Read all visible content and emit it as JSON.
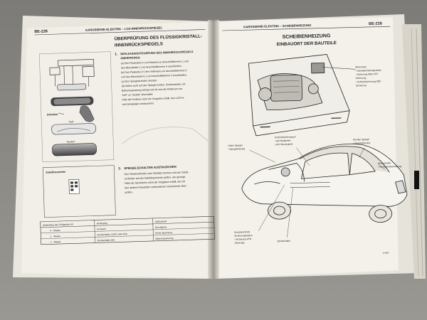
{
  "left_page": {
    "page_number": "BE-226",
    "header": "KAROSSERIE-ELEKTRIK – LCD-INNENRÜCKSPIEGEL",
    "section_title_1": "ÜBERPRÜFUNG DES FLÜSSIGKRISTALL-",
    "section_title_2": "INNENRÜCKSPIEGELS",
    "step1_number": "1.",
    "step1_title_1": "REFLEXIONSSTEUERUNG DES INNENRÜCKSPIEGELS",
    "step1_title_2": "ÜBERPRÜFEN",
    "step1_lines": [
      "(a)  Den Pluskabel (+) von Batterie an Anschlußklemme 1 und",
      "      des Minuskabel (–) an Anschlußklemme 4 anschließen.",
      "(b)  Das Pluskabel (+) des Voltmeters an Anschlußklemme 2",
      "      und des Minuskabel (–) an Anschlußklemme 3 anschließen.",
      "(c)  Den Spiegelschalter drücken.",
      "(d)  Helles Licht auf den Spiegel richten, Sichtenstellen, ob",
      "      Batteriespannung anliegt und ob sich die Reflexion von",
      "      \"hell\" zu \"dunkel\" abschaltet.",
      "      Falls die Funktion nicht die Vorgaben erfüllt, den LCD-In-",
      "      nenrückspiegel austauschen."
    ],
    "figure_labels": {
      "drucken": "Drücken",
      "hell": "\"hell\"",
      "dunkel": "\"dunkel\""
    },
    "connector_box_title": "Kabelbaumseite",
    "step2_number": "2.",
    "step2_title": "SPIEGELSCHALTER AUSTAUSCHEN",
    "step2_lines": [
      "Den Steckverbinder vom Schalter trennen und am Steck-",
      "verbinder auf der Kabelbaumseite prüfen, wie gezeigt.",
      "Falls der Stromkreis nicht die Vorgaben erfüllt, die mit",
      "den anderen Bauteilen verbundenen Stromkreise über-",
      "prüfen."
    ],
    "table": {
      "headers": [
        "Verbindung des Prüfgeräts mit",
        "Bedingung",
        "Sollzustand"
      ],
      "rows": [
        [
          "4 – Masse",
          "Konstant",
          "Durchgang"
        ],
        [
          "1 – Masse",
          "Zündschalter LOCK oder ACC",
          "Keine Spannung"
        ],
        [
          "1 – Masse",
          "Zündschalter ON",
          "Batteriespannung"
        ]
      ]
    }
  },
  "right_page": {
    "page_number": "BE-228",
    "header": "KAROSSERIE-ELEKTRIK – SCHEIBENHEIZUNG",
    "title_1": "SCHEIBENHEIZUNG",
    "title_2": "EINBAUORT DER BAUTEILE",
    "engine_callout": [
      "Motorraum",
      "• Scheibenheizungsrelais",
      "• Sicherung AM1 HTR",
      "   Sicherung",
      "• Schmelzsicherung DEF",
      "   Sicherung"
    ],
    "callouts": {
      "left_mirror": [
        "Linker Spiegel",
        "• Spiegelheizung"
      ],
      "center": [
        "Schmelzsicherungen",
        "• A/C Bedienteil",
        "• A/C Steuergerät"
      ],
      "right_mirror": [
        "Rechter Spiegel",
        "• Spiegelheizung"
      ],
      "rear": [
        "Heckscheibe",
        "• Heckscheibenheizung"
      ],
      "junction": [
        "Armaturenbrett-",
        "Sicherungskasten",
        "• Sicherung HTR",
        "  (Heizung)"
      ],
      "ignition": "Zündschalter"
    }
  }
}
